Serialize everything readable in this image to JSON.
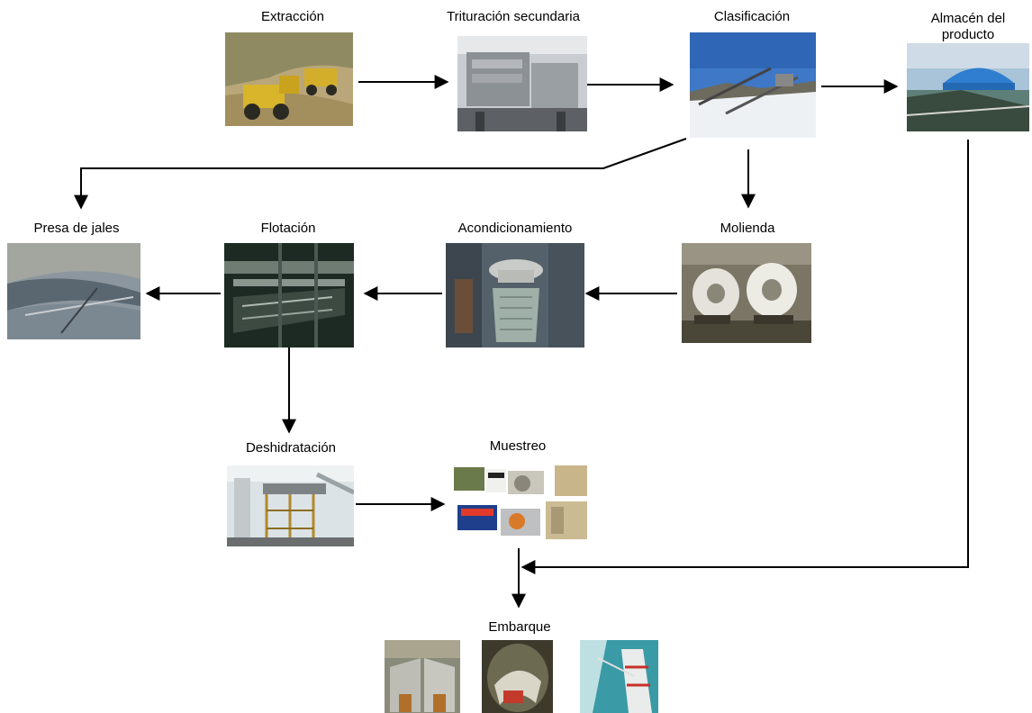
{
  "nodes": {
    "extraccion": {
      "label": "Extracción"
    },
    "trituracion": {
      "label": "Trituración secundaria"
    },
    "clasificacion": {
      "label": "Clasificación"
    },
    "almacen": {
      "label": "Almacén del producto"
    },
    "presa": {
      "label": "Presa de jales"
    },
    "flotacion": {
      "label": "Flotación"
    },
    "acondicionamiento": {
      "label": "Acondicionamiento"
    },
    "molienda": {
      "label": "Molienda"
    },
    "deshidratacion": {
      "label": "Deshidratación"
    },
    "muestreo": {
      "label": "Muestreo"
    },
    "embarque": {
      "label": "Embarque"
    }
  }
}
